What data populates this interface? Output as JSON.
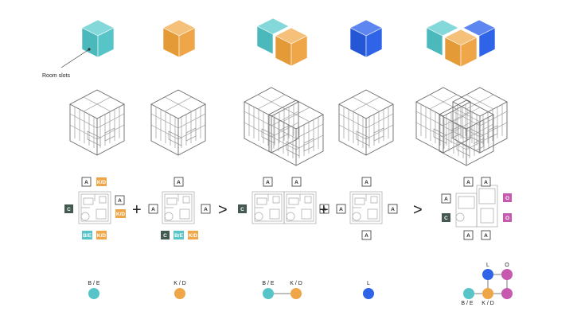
{
  "annotation": {
    "text": "Room slots"
  },
  "colors": {
    "be": "#57C5C8",
    "kd": "#EEA648",
    "l": "#2F63E8",
    "c": "#445A50",
    "o": "#C55AAE",
    "a_border": "#333333"
  },
  "operators": {
    "plus": "+",
    "greater": ">"
  },
  "tags": {
    "a": "A",
    "c": "C",
    "kd": "K/D",
    "be": "B/E",
    "o": "O"
  },
  "nodes": {
    "be": "B / E",
    "kd": "K / D",
    "l": "L",
    "o": "O"
  }
}
